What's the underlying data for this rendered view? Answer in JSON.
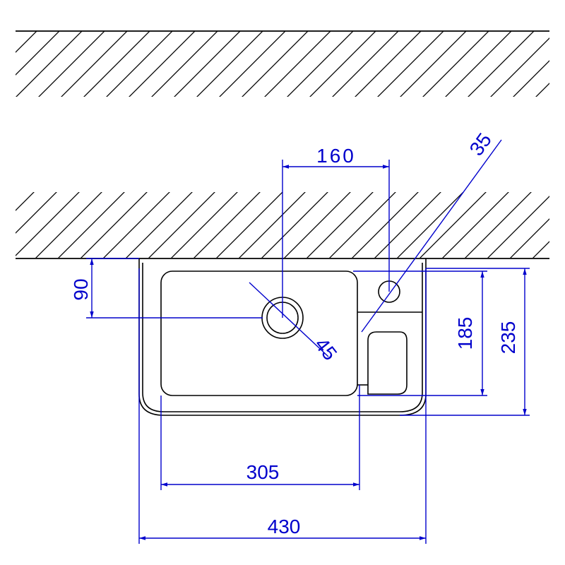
{
  "colors": {
    "background": "#ffffff",
    "outline": "#000000",
    "dimension": "#0000cc"
  },
  "dimensions": {
    "tap_spacing": "160",
    "tap_hole_diameter": "35",
    "drain_offset": "90",
    "drain_diameter": "45",
    "basin_depth": "185",
    "overall_depth": "235",
    "bowl_width": "305",
    "overall_width": "430"
  }
}
